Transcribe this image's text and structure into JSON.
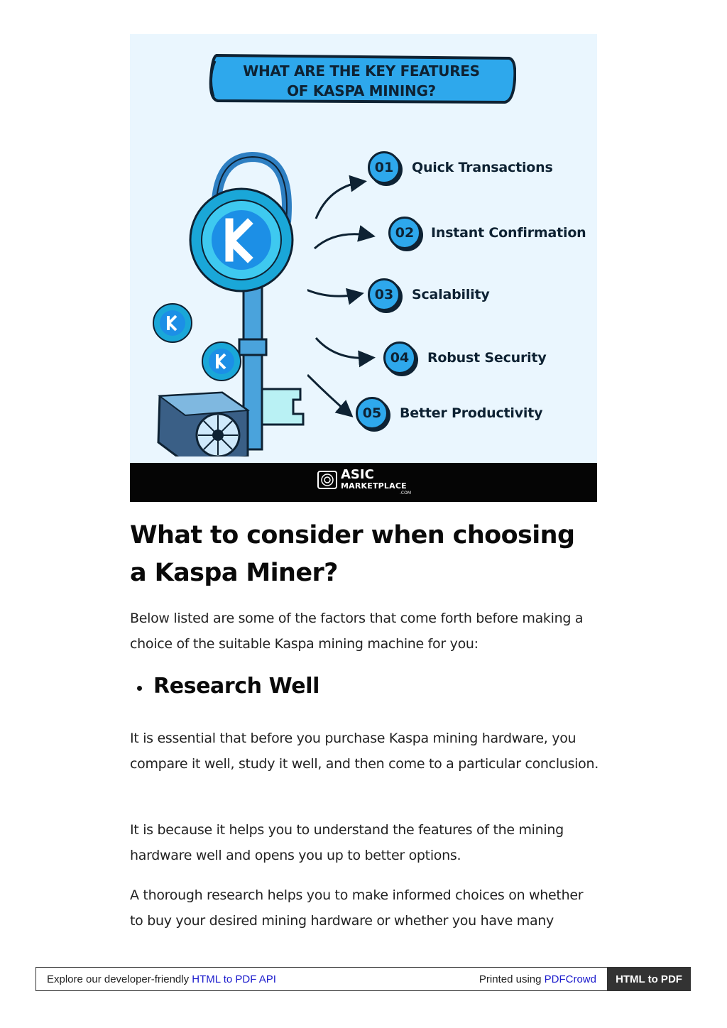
{
  "infographic": {
    "banner_line1": "WHAT ARE THE KEY FEATURES",
    "banner_line2": "OF KASPA MINING?",
    "features": [
      {
        "number": "01",
        "label": "Quick Transactions"
      },
      {
        "number": "02",
        "label": "Instant Confirmation"
      },
      {
        "number": "03",
        "label": "Scalability"
      },
      {
        "number": "04",
        "label": "Robust Security"
      },
      {
        "number": "05",
        "label": "Better Productivity"
      }
    ],
    "brand_name": "ASIC",
    "brand_sub": "MARKETPLACE",
    "brand_com": ".COM",
    "colors": {
      "background": "#eaf6fe",
      "accent": "#2ea8ec",
      "ink": "#0e2233"
    }
  },
  "article": {
    "heading": "What to consider when choosing a Kaspa Miner?",
    "intro": "Below listed are some of the factors that come forth before making a choice of the suitable Kaspa mining machine for you:",
    "subheading": "Research Well",
    "paragraphs": [
      "It is essential that before you purchase Kaspa mining hardware, you compare it well, study it well, and then come to a particular conclusion.",
      "It is because it helps you to understand the features of the mining hardware well and opens you up to better options.",
      "A thorough research helps you to make informed choices on whether to buy your desired mining hardware or whether you have many"
    ]
  },
  "footer": {
    "left_text": "Explore our developer-friendly ",
    "left_link": "HTML to PDF API",
    "right_text": "Printed using ",
    "right_link": "PDFCrowd",
    "cta": "HTML to PDF"
  }
}
